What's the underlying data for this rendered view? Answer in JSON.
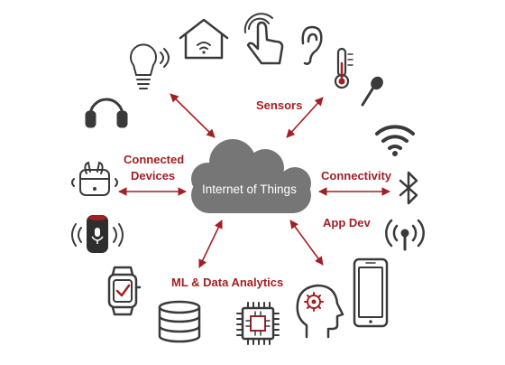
{
  "center": {
    "label": "Internet of Things"
  },
  "categories": {
    "sensors": "Sensors",
    "connected_devices_line1": "Connected",
    "connected_devices_line2": "Devices",
    "connectivity": "Connectivity",
    "app_dev": "App Dev",
    "ml_analytics": "ML & Data Analytics"
  },
  "colors": {
    "accent": "#a31f22",
    "cloud": "#767676",
    "icon": "#3a3a3a"
  },
  "icons": [
    "smart-home-icon",
    "touch-hand-icon",
    "ear-icon",
    "thermometer-icon",
    "microphone-icon",
    "smart-bulb-icon",
    "headphones-icon",
    "wireless-earbuds-icon",
    "smart-speaker-icon",
    "smartwatch-icon",
    "wifi-icon",
    "bluetooth-icon",
    "broadcast-icon",
    "smartphone-icon",
    "database-icon",
    "chip-icon",
    "ai-head-icon"
  ]
}
